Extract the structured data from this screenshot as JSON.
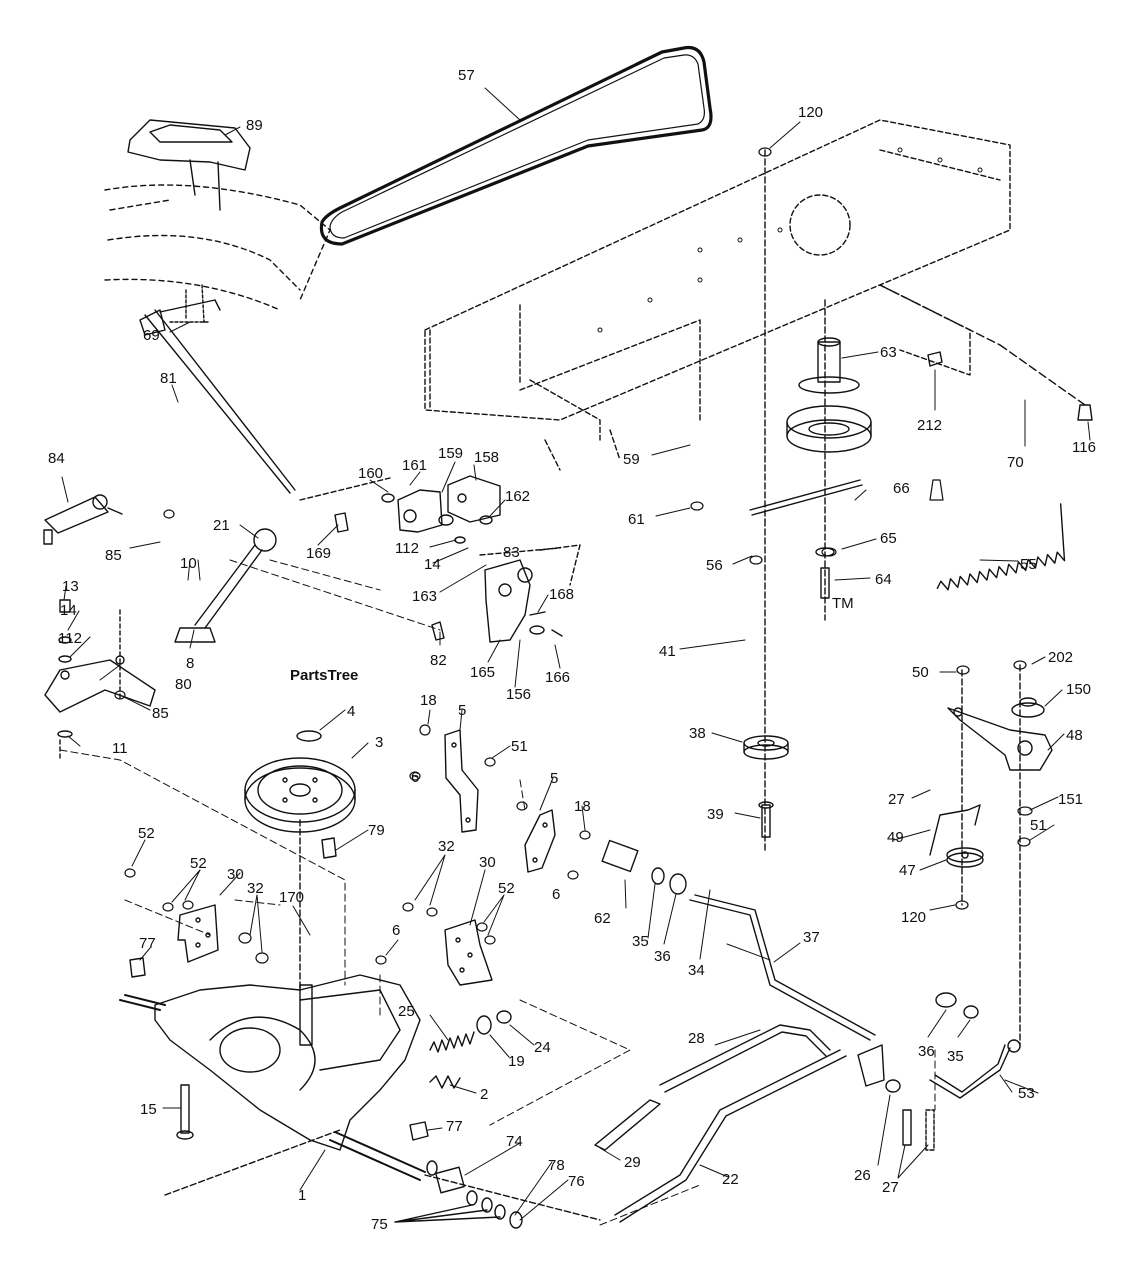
{
  "watermark": {
    "text": "PartsTree",
    "mark": "TM"
  },
  "colors": {
    "line": "#111111",
    "watermark": "#c9c9c9",
    "background": "#ffffff"
  },
  "part_labels": [
    {
      "id": "p57",
      "text": "57"
    },
    {
      "id": "p89",
      "text": "89"
    },
    {
      "id": "p120a",
      "text": "120"
    },
    {
      "id": "p69",
      "text": "69"
    },
    {
      "id": "p63",
      "text": "63"
    },
    {
      "id": "p212",
      "text": "212"
    },
    {
      "id": "p81",
      "text": "81"
    },
    {
      "id": "p59",
      "text": "59"
    },
    {
      "id": "p70",
      "text": "70"
    },
    {
      "id": "p116",
      "text": "116"
    },
    {
      "id": "p84",
      "text": "84"
    },
    {
      "id": "p160",
      "text": "160"
    },
    {
      "id": "p161",
      "text": "161"
    },
    {
      "id": "p159",
      "text": "159"
    },
    {
      "id": "p158",
      "text": "158"
    },
    {
      "id": "p162",
      "text": "162"
    },
    {
      "id": "p66",
      "text": "66"
    },
    {
      "id": "p61",
      "text": "61"
    },
    {
      "id": "p85a",
      "text": "85"
    },
    {
      "id": "p21",
      "text": "21"
    },
    {
      "id": "p169",
      "text": "169"
    },
    {
      "id": "p112a",
      "text": "112"
    },
    {
      "id": "p14a",
      "text": "14"
    },
    {
      "id": "p83",
      "text": "83"
    },
    {
      "id": "p65",
      "text": "65"
    },
    {
      "id": "p10",
      "text": "10"
    },
    {
      "id": "p163",
      "text": "163"
    },
    {
      "id": "p56",
      "text": "56"
    },
    {
      "id": "p64",
      "text": "64"
    },
    {
      "id": "p55",
      "text": "55"
    },
    {
      "id": "p13",
      "text": "13"
    },
    {
      "id": "p168",
      "text": "168"
    },
    {
      "id": "p14b",
      "text": "14"
    },
    {
      "id": "p112b",
      "text": "112"
    },
    {
      "id": "p8",
      "text": "8"
    },
    {
      "id": "p82",
      "text": "82"
    },
    {
      "id": "p41",
      "text": "41"
    },
    {
      "id": "p165",
      "text": "165"
    },
    {
      "id": "p166",
      "text": "166"
    },
    {
      "id": "p80",
      "text": "80"
    },
    {
      "id": "p50",
      "text": "50"
    },
    {
      "id": "p202",
      "text": "202"
    },
    {
      "id": "p156",
      "text": "156"
    },
    {
      "id": "p150",
      "text": "150"
    },
    {
      "id": "p85b",
      "text": "85"
    },
    {
      "id": "p18a",
      "text": "18"
    },
    {
      "id": "p5a",
      "text": "5"
    },
    {
      "id": "p4",
      "text": "4"
    },
    {
      "id": "p38",
      "text": "38"
    },
    {
      "id": "p48",
      "text": "48"
    },
    {
      "id": "p11",
      "text": "11"
    },
    {
      "id": "p51a",
      "text": "51"
    },
    {
      "id": "p3",
      "text": "3"
    },
    {
      "id": "p6a",
      "text": "6"
    },
    {
      "id": "p5b",
      "text": "5"
    },
    {
      "id": "p27a",
      "text": "27"
    },
    {
      "id": "p151",
      "text": "151"
    },
    {
      "id": "p18b",
      "text": "18"
    },
    {
      "id": "p39",
      "text": "39"
    },
    {
      "id": "p51b",
      "text": "51"
    },
    {
      "id": "p49",
      "text": "49"
    },
    {
      "id": "p79",
      "text": "79"
    },
    {
      "id": "p52a",
      "text": "52"
    },
    {
      "id": "p32a",
      "text": "32"
    },
    {
      "id": "p47",
      "text": "47"
    },
    {
      "id": "p52b",
      "text": "52"
    },
    {
      "id": "p30a",
      "text": "30"
    },
    {
      "id": "p30b",
      "text": "30"
    },
    {
      "id": "p6b",
      "text": "6"
    },
    {
      "id": "p32b",
      "text": "32"
    },
    {
      "id": "p52c",
      "text": "52"
    },
    {
      "id": "p170",
      "text": "170"
    },
    {
      "id": "p62",
      "text": "62"
    },
    {
      "id": "p120b",
      "text": "120"
    },
    {
      "id": "p35a",
      "text": "35"
    },
    {
      "id": "p37",
      "text": "37"
    },
    {
      "id": "p77a",
      "text": "77"
    },
    {
      "id": "p6c",
      "text": "6"
    },
    {
      "id": "p36a",
      "text": "36"
    },
    {
      "id": "p34",
      "text": "34"
    },
    {
      "id": "p25",
      "text": "25"
    },
    {
      "id": "p28",
      "text": "28"
    },
    {
      "id": "p36b",
      "text": "36"
    },
    {
      "id": "p35b",
      "text": "35"
    },
    {
      "id": "p24",
      "text": "24"
    },
    {
      "id": "p19",
      "text": "19"
    },
    {
      "id": "p2",
      "text": "2"
    },
    {
      "id": "p53",
      "text": "53"
    },
    {
      "id": "p15",
      "text": "15"
    },
    {
      "id": "p77b",
      "text": "77"
    },
    {
      "id": "p29",
      "text": "29"
    },
    {
      "id": "p74",
      "text": "74"
    },
    {
      "id": "p26",
      "text": "26"
    },
    {
      "id": "p22",
      "text": "22"
    },
    {
      "id": "p1",
      "text": "1"
    },
    {
      "id": "p78",
      "text": "78"
    },
    {
      "id": "p76",
      "text": "76"
    },
    {
      "id": "p27b",
      "text": "27"
    },
    {
      "id": "p75",
      "text": "75"
    }
  ]
}
